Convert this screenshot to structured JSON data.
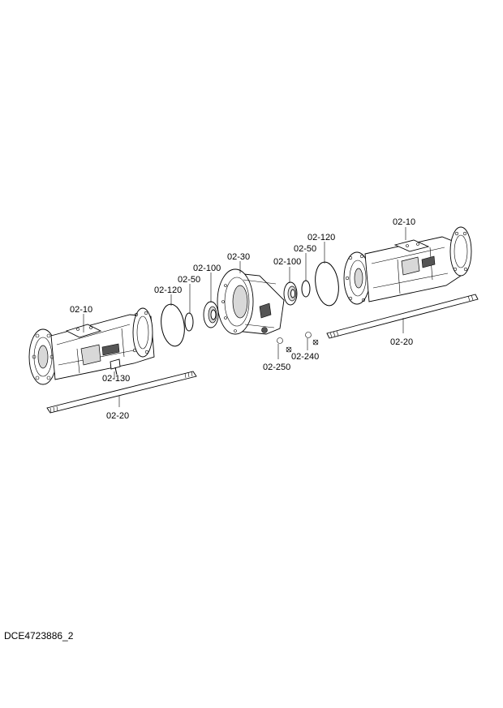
{
  "callouts": {
    "housing_left": "02-10",
    "housing_right": "02-10",
    "shaft_left": "02-20",
    "shaft_right": "02-20",
    "center_housing": "02-30",
    "snap_ring_left": "02-50",
    "snap_ring_right": "02-50",
    "bearing_left": "02-100",
    "bearing_right": "02-100",
    "oring_left": "02-120",
    "oring_right": "02-120",
    "bolt": "02-130",
    "plug_240": "02-240",
    "plug_250": "02-250"
  },
  "doc_code": "DCE4723886_2"
}
